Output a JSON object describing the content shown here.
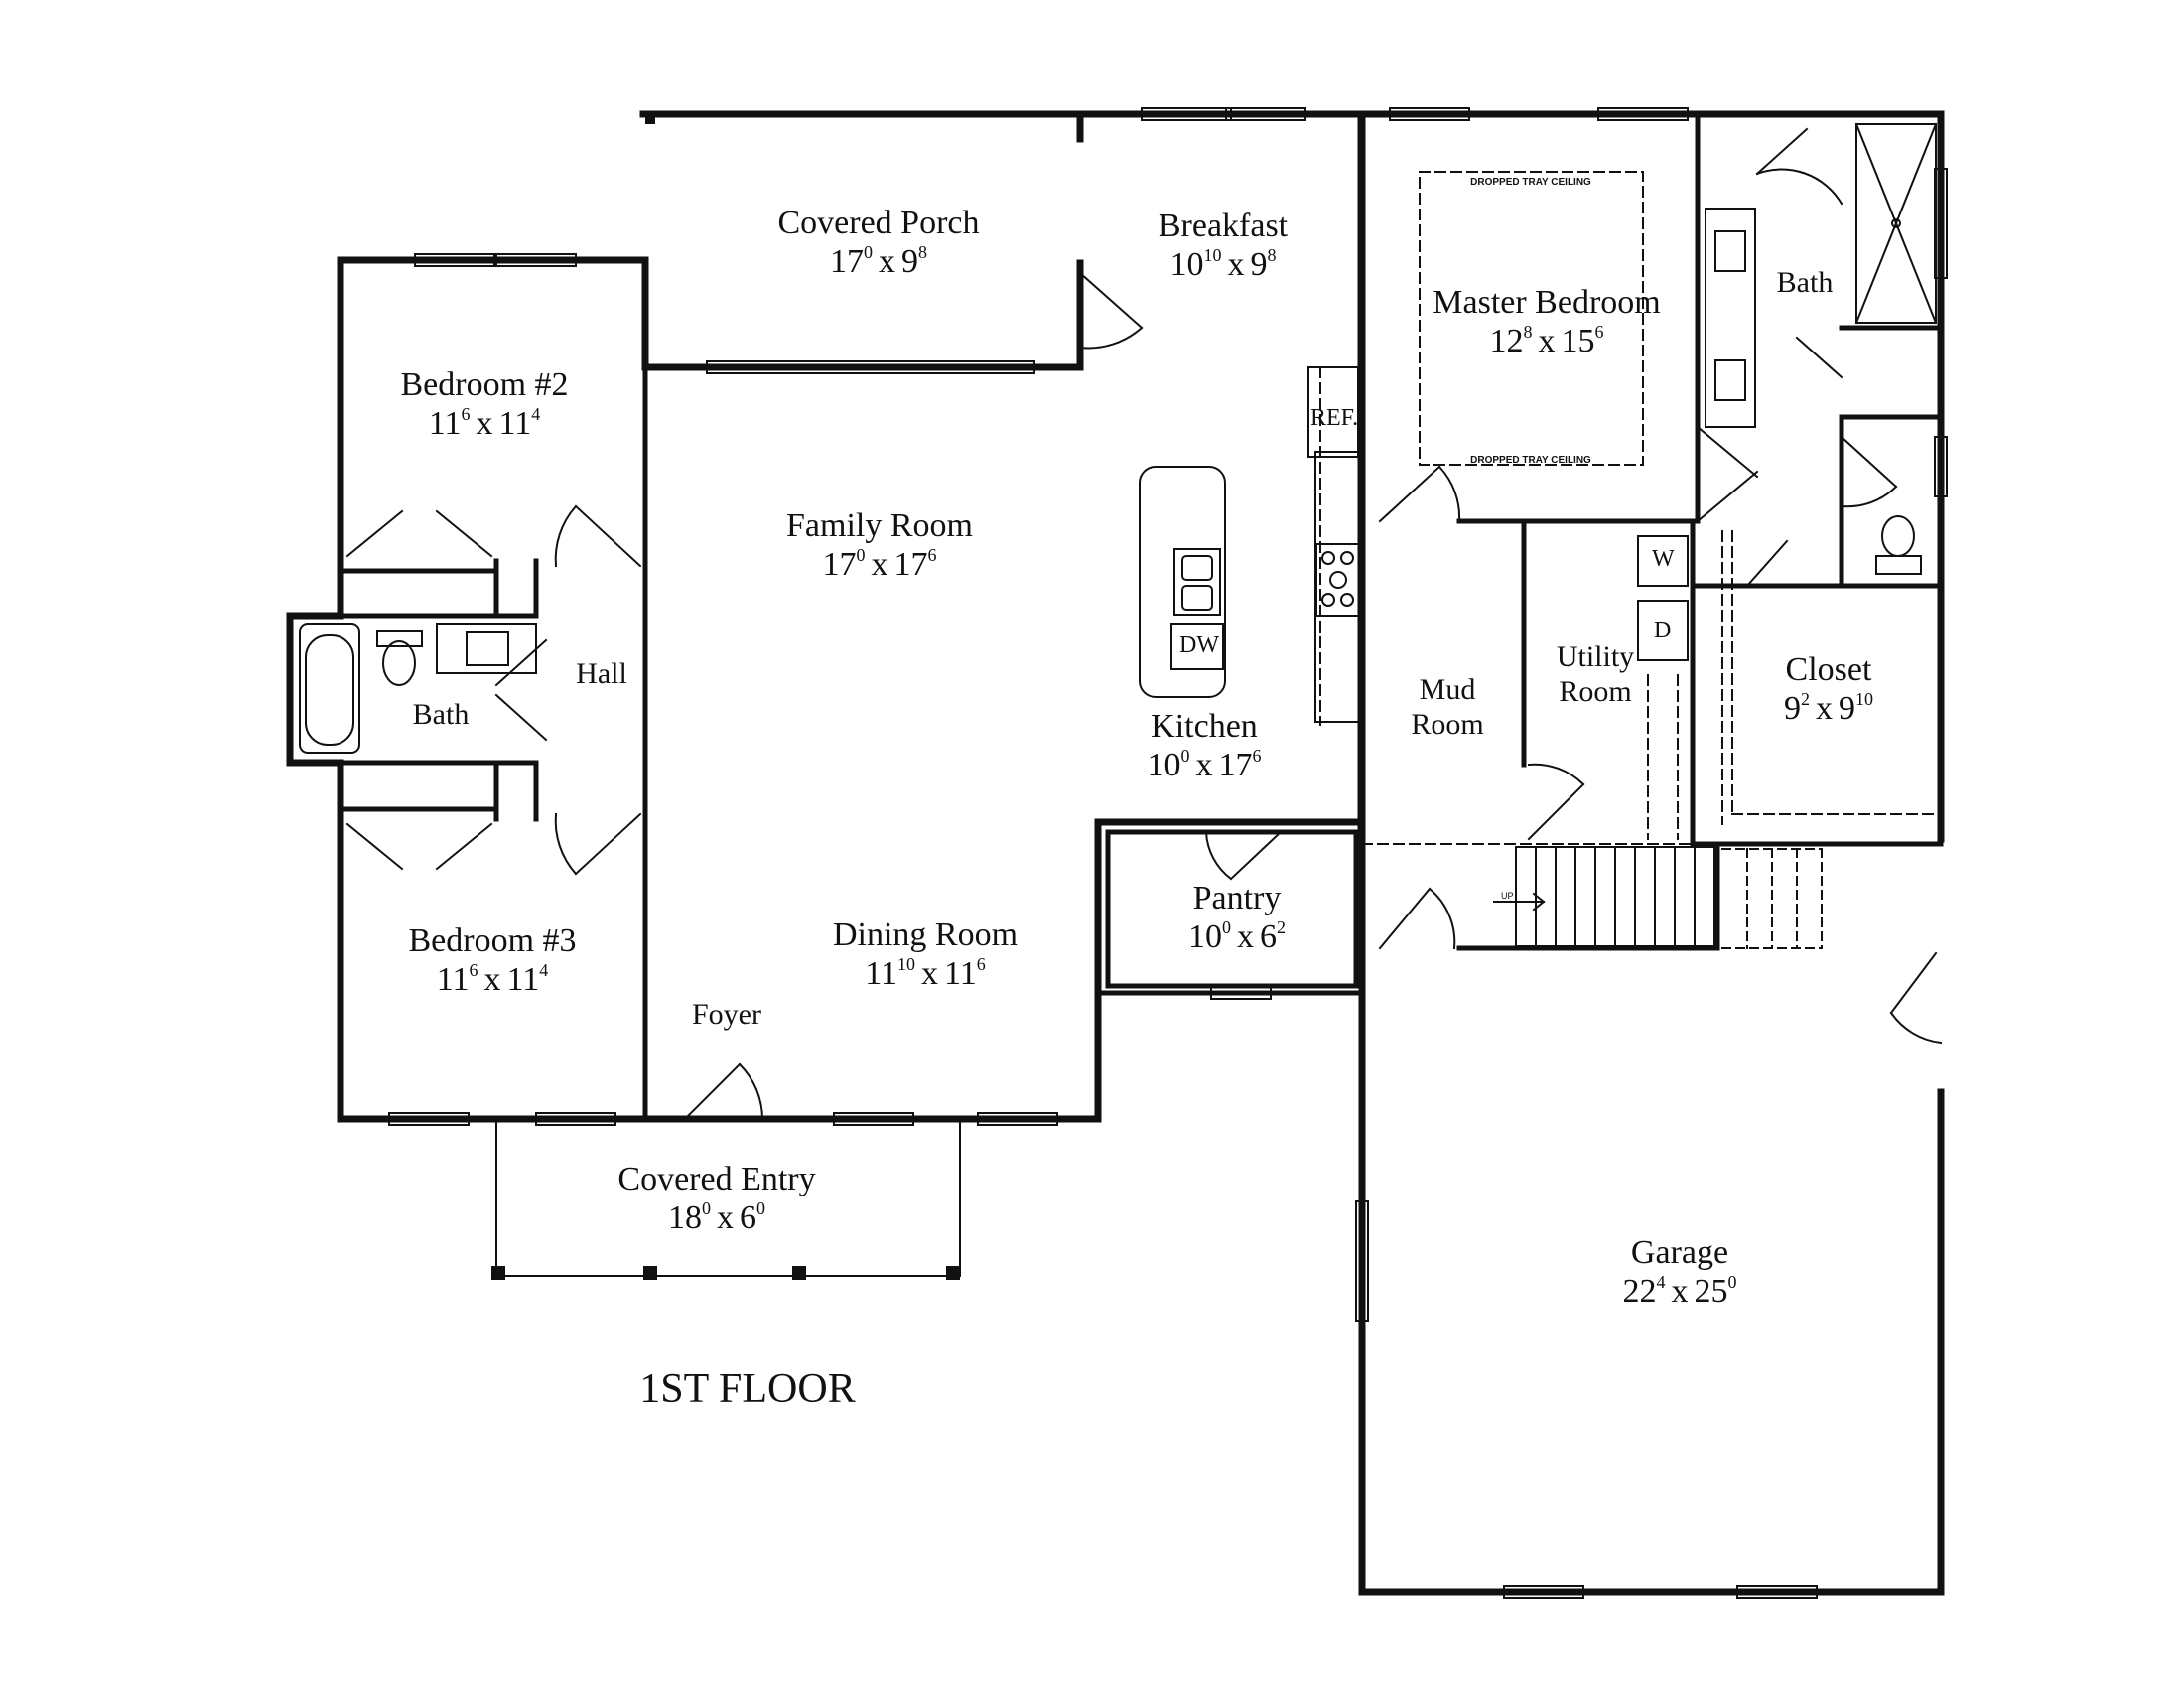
{
  "floor_title": "1ST FLOOR",
  "rooms": {
    "covered_porch": {
      "name": "Covered Porch",
      "w": "17",
      "w_in": "0",
      "h": "9",
      "h_in": "8"
    },
    "breakfast": {
      "name": "Breakfast",
      "w": "10",
      "w_in": "10",
      "h": "9",
      "h_in": "8"
    },
    "master_bedroom": {
      "name": "Master Bedroom",
      "w": "12",
      "w_in": "8",
      "h": "15",
      "h_in": "6"
    },
    "master_bath": {
      "name": "Bath"
    },
    "bedroom_2": {
      "name": "Bedroom #2",
      "w": "11",
      "w_in": "6",
      "h": "11",
      "h_in": "4"
    },
    "family_room": {
      "name": "Family Room",
      "w": "17",
      "w_in": "0",
      "h": "17",
      "h_in": "6"
    },
    "hall": {
      "name": "Hall"
    },
    "bath": {
      "name": "Bath"
    },
    "kitchen": {
      "name": "Kitchen",
      "w": "10",
      "w_in": "0",
      "h": "17",
      "h_in": "6"
    },
    "mud_room": {
      "name_1": "Mud",
      "name_2": "Room"
    },
    "utility_room": {
      "name_1": "Utility",
      "name_2": "Room"
    },
    "closet": {
      "name": "Closet",
      "w": "9",
      "w_in": "2",
      "h": "9",
      "h_in": "10"
    },
    "pantry": {
      "name": "Pantry",
      "w": "10",
      "w_in": "0",
      "h": "6",
      "h_in": "2"
    },
    "bedroom_3": {
      "name": "Bedroom #3",
      "w": "11",
      "w_in": "6",
      "h": "11",
      "h_in": "4"
    },
    "dining_room": {
      "name": "Dining Room",
      "w": "11",
      "w_in": "10",
      "h": "11",
      "h_in": "6"
    },
    "foyer": {
      "name": "Foyer"
    },
    "covered_entry": {
      "name": "Covered Entry",
      "w": "18",
      "w_in": "0",
      "h": "6",
      "h_in": "0"
    },
    "garage": {
      "name": "Garage",
      "w": "22",
      "w_in": "4",
      "h": "25",
      "h_in": "0"
    }
  },
  "fixtures": {
    "ref": "REF.",
    "dw": "DW",
    "washer": "W",
    "dryer": "D",
    "stairs_up": "UP",
    "tray_ceiling": "DROPPED TRAY CEILING"
  }
}
